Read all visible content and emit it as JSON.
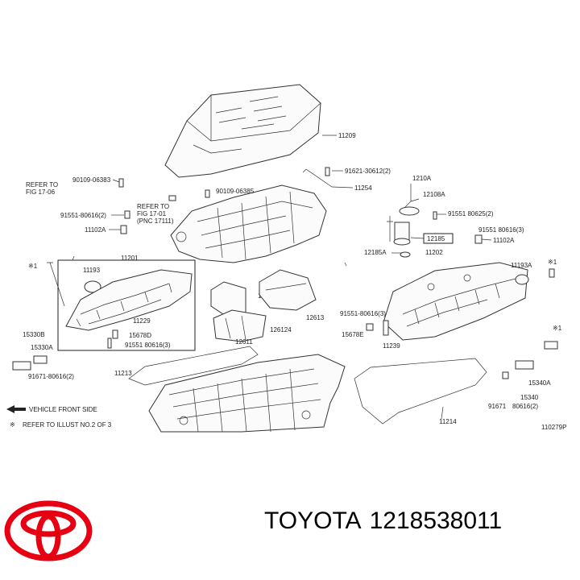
{
  "labels": {
    "p11209": "11209",
    "p11254": "11254",
    "p91621": "91621-30612(2)",
    "p1210a": "1210A",
    "p12108a": "12108A",
    "p91551_80625": "91551  80625(2)",
    "p91551_80616_3r": "91551  80616(3)",
    "p11102a_r": "11102A",
    "p12185": "12185",
    "p12185a": "12185A",
    "p11202": "11202",
    "p11193a": "11193A",
    "p91551_80616_mid": "91551-80616(3)",
    "p15678e": "15678E",
    "p11239": "11239",
    "p15340a": "15340A",
    "p15340": "15340",
    "p91671_r": "91671",
    "p80616_2": "80616(2)",
    "p11214": "11214",
    "refer1706": "REFER TO",
    "refer1706b": "FIG 17-06",
    "p90109_top": "90109-06383",
    "p90109_mid": "90109-06385",
    "refer1701": "REFER TO",
    "refer1701b": "FIG 17-01",
    "refer1701c": "(PNC 17111)",
    "p91551_80616_l": "91551-80616(2)",
    "p11102a_l": "11102A",
    "p11193": "11193",
    "p11201": "11201",
    "p11229": "11229",
    "p15330b": "15330B",
    "p15330a": "15330A",
    "p15678d": "15678D",
    "p91551_80616_b": "91551  80616(3)",
    "p91671_l": "91671-80616(2)",
    "p12614": "12614",
    "p12613": "12613",
    "p126124": "126124",
    "p12611": "12611",
    "p11213": "11213",
    "vehicle_front": "VEHICLE FRONT SIDE",
    "refer_illust": "REFER TO ILLUST NO.2 OF 3",
    "figure_code": "110279P",
    "star1": "※1",
    "star2": "※1",
    "star3": "※1",
    "star4": "※"
  },
  "brand": {
    "name": "TOYOTA",
    "part_number": "1218538011"
  },
  "colors": {
    "logo_red": "#e60012",
    "line": "#333333"
  },
  "icons": {
    "logo": "toyota-logo-icon",
    "arrow": "vehicle-front-arrow-icon"
  }
}
